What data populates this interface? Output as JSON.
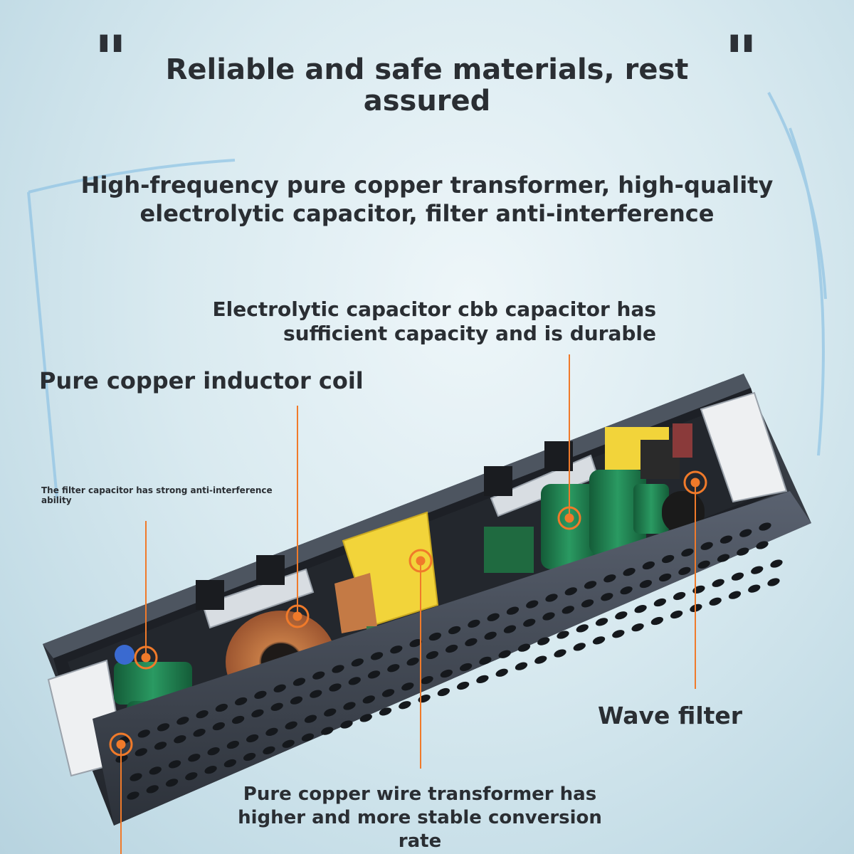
{
  "title": "Reliable and safe materials, rest assured",
  "subtitle": "High-frequency pure copper transformer, high-quality electrolytic capacitor, filter anti-interference",
  "callouts": {
    "capacitor": "Electrolytic capacitor cbb capacitor has sufficient capacity and is durable",
    "inductor": "Pure copper inductor coil",
    "filter_capacitor": "The filter capacitor has strong anti-interference ability",
    "wave_filter": "Wave filter",
    "transformer": "Pure copper wire transformer has higher and more stable conversion rate"
  },
  "colors": {
    "accent": "#f07a2a",
    "text": "#2a2e33",
    "housing": "#2f343c",
    "transformer": "#f2d43a",
    "capacitor": "#1f7a4c"
  }
}
